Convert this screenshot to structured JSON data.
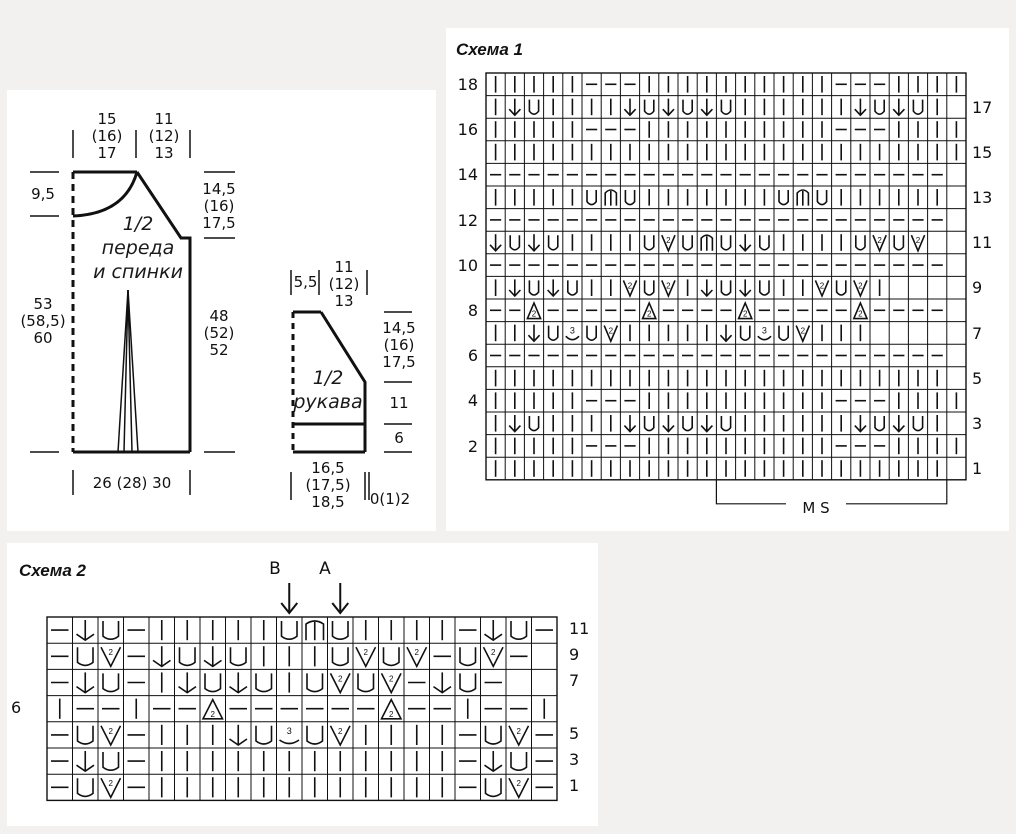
{
  "schematic": {
    "body_label": "1/2\nпереда\nи спинки",
    "sleeve_label": "1/2\nрукава",
    "dims": {
      "top_left": "15\n(16)\n17",
      "top_right": "11\n(12)\n13",
      "neck_depth": "9,5",
      "armhole_right": "14,5\n(16)\n17,5",
      "length_left": "53\n(58,5)\n60",
      "side_right": "48\n(52)\n52",
      "width_bottom": "26 (28) 30",
      "sleeve_left_top": "5,5",
      "sleeve_top": "11\n(12)\n13",
      "sleeve_cap": "14,5\n(16)\n17,5",
      "sleeve_mid": "11",
      "sleeve_cuff": "6",
      "sleeve_bottom": "16,5\n(17,5)\n18,5",
      "sleeve_extra": "0(1)2"
    }
  },
  "scheme1": {
    "title": "Схема 1",
    "left_numbers": [
      "18",
      "16",
      "14",
      "12",
      "10",
      "8",
      "6",
      "4",
      "2"
    ],
    "right_numbers": [
      "17",
      "15",
      "13",
      "11",
      "9",
      "7",
      "5",
      "3",
      "1"
    ],
    "repeat_label": "M S",
    "rows": [
      "|||||---||||||||||---|||||",
      "|↓U||||↓U↓U↓U||||||↓U↓U|",
      "|||||---||||||||||---|||||",
      "|||||||||||||||||||||||||",
      "------------------------",
      "|||||UMU|||||||UMU||||||",
      "------------------------",
      "↓U↓U||||UVUMU↓U||||UVUV",
      "------------------------",
      "|↓U↓U||VUV|↓U↓U||VUV|",
      "--A-----A----A-----A----",
      "||↓U3UV|||||↓U3UV|||",
      "------------------------",
      "||||||||||||||||||||||||",
      "|||||---||||||||||---|||||",
      "|↓U||||↓U↓U↓U||||||↓U↓U|",
      "|||||---||||||||||---|||||",
      "||||||||||||||||||||||||"
    ]
  },
  "scheme2": {
    "title": "Схема 2",
    "marker_b": "B",
    "marker_a": "A",
    "right_numbers": [
      "11",
      "9",
      "7",
      "5",
      "3",
      "1"
    ],
    "left_number": "6",
    "rows": [
      "-↓U-|||||UMU||||-↓U-",
      "-UV-↓U↓U|||UVUV-UV-",
      "-↓U-|↓U↓U|UVUV-↓U-",
      "|--|--A------A--|--|",
      "-UV-|||↓U3UV||||-UV-",
      "-↓U-||||||||||||-↓U-",
      "-UV-||||||||||||-UV-"
    ]
  },
  "colors": {
    "background": "#f2f1ef",
    "panel": "#ffffff",
    "ink": "#1a1a1a"
  }
}
